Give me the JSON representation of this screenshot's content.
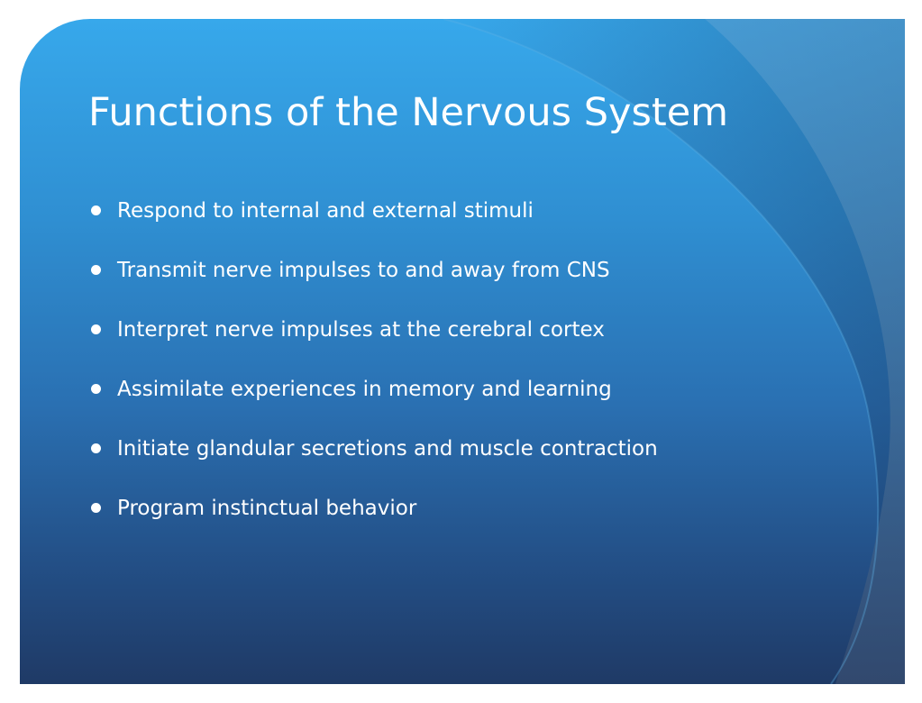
{
  "slide": {
    "title": "Functions of the Nervous System",
    "bullets": [
      "Respond to internal and external stimuli",
      "Transmit nerve impulses to and away from CNS",
      "Interpret nerve impulses at the cerebral cortex",
      "Assimilate experiences in memory and learning",
      "Initiate glandular secretions and muscle contraction",
      "Program instinctual behavior"
    ]
  },
  "colors": {
    "background_top": "#37a8eb",
    "background_bottom": "#1f3a66",
    "text": "#ffffff"
  }
}
